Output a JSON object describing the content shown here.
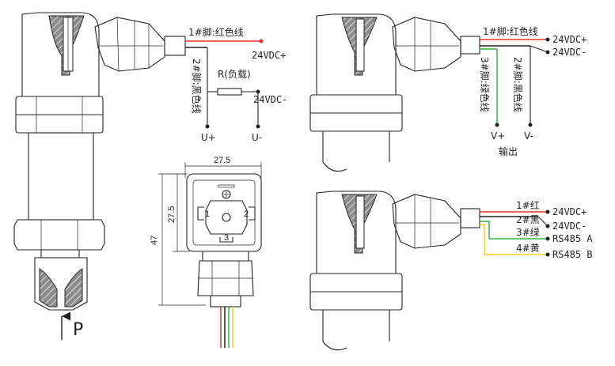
{
  "colors": {
    "red": "#e8302a",
    "black": "#222222",
    "green": "#37b34a",
    "yellow": "#f2d21b",
    "hatch_fill": "#9a9a9a"
  },
  "pressure_label": "P",
  "panel_current": {
    "pin1": "1#脚:红色线",
    "pin2": "2#脚:黑色线",
    "load": "R(负载)",
    "vdc_plus": "24VDC+",
    "vdc_minus": "24VDC-",
    "u_plus": "U+",
    "u_minus": "U-"
  },
  "panel_voltage": {
    "pin1": "1#脚:红色线",
    "pin2": "2#脚:黑色线",
    "pin3": "3#脚:绿色线",
    "vdc_plus": "24VDC+",
    "vdc_minus": "24VDC-",
    "v_plus": "V+",
    "v_minus": "V-",
    "output": "输出"
  },
  "panel_rs485": {
    "w1": "1#红",
    "w2": "2#黑",
    "w3": "3#绿",
    "w4": "4#黄",
    "vdc_plus": "24VDC+",
    "vdc_minus": "24VDC-",
    "rs485_a": "RS485 A",
    "rs485_b": "RS485 B"
  },
  "connector": {
    "width_dim": "27.5",
    "inner_dim": "27.5",
    "height_dim": "47",
    "pin1": "1",
    "pin2": "2",
    "pin3": "3"
  }
}
